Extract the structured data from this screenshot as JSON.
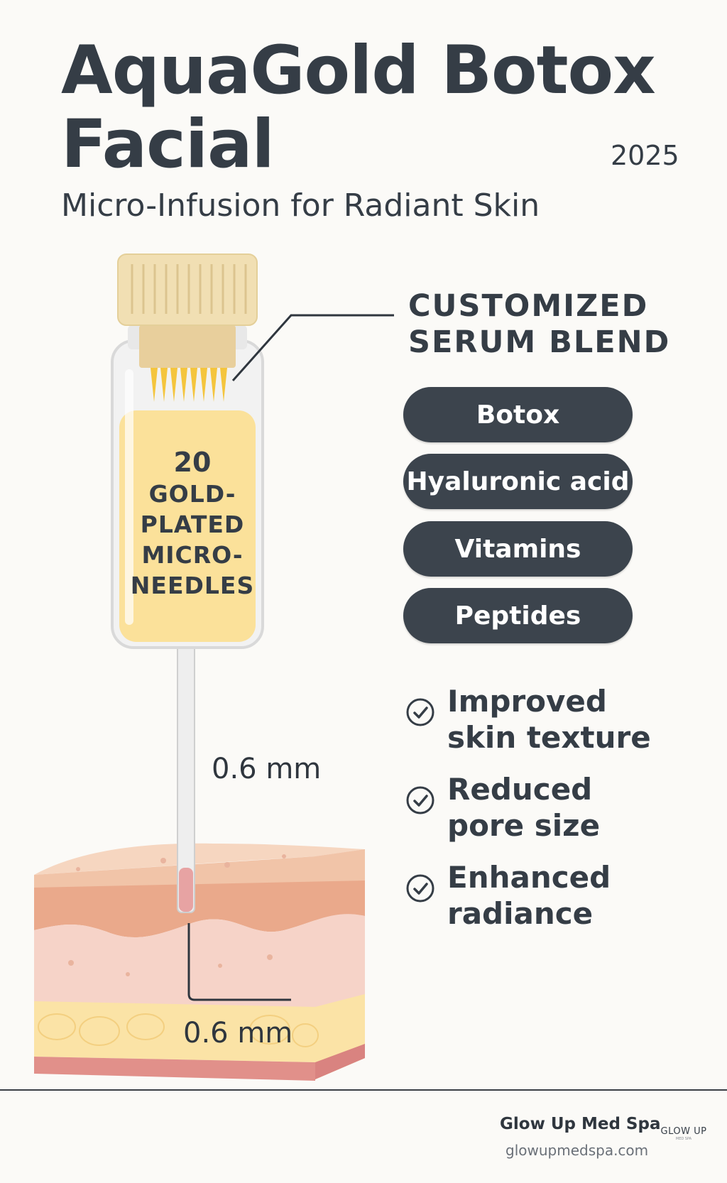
{
  "header": {
    "title": "AquaGold Botox Facial",
    "year": "2025",
    "subtitle": "Micro-Infusion for Radiant Skin"
  },
  "serum": {
    "heading": "CUSTOMIZED SERUM BLEND",
    "ingredients": [
      "Botox",
      "Hyaluronic acid",
      "Vitamins",
      "Peptides"
    ]
  },
  "device": {
    "needle_count": "20",
    "needle_text": "GOLD-\nPLATED\nMICRO-\nNEEDLES"
  },
  "depth": {
    "needle_label": "0.6 mm",
    "skin_label": "0.6 mm"
  },
  "benefits": [
    "Improved\nskin texture",
    "Reduced\npore size",
    "Enhanced\nradiance"
  ],
  "footer": {
    "brand": "Glow Up Med Spa",
    "url": "glowupmedspa.com",
    "logo_text": "GLOW UP",
    "logo_sub": "MED SPA"
  },
  "colors": {
    "text": "#353d46",
    "pill": "#3c444d",
    "serum": "#fbe19a",
    "cap": "#f1dfb3",
    "skin_top": "#f3c9ae",
    "fat": "#fbe3a6"
  },
  "icons": [
    "check-circle-icon"
  ]
}
